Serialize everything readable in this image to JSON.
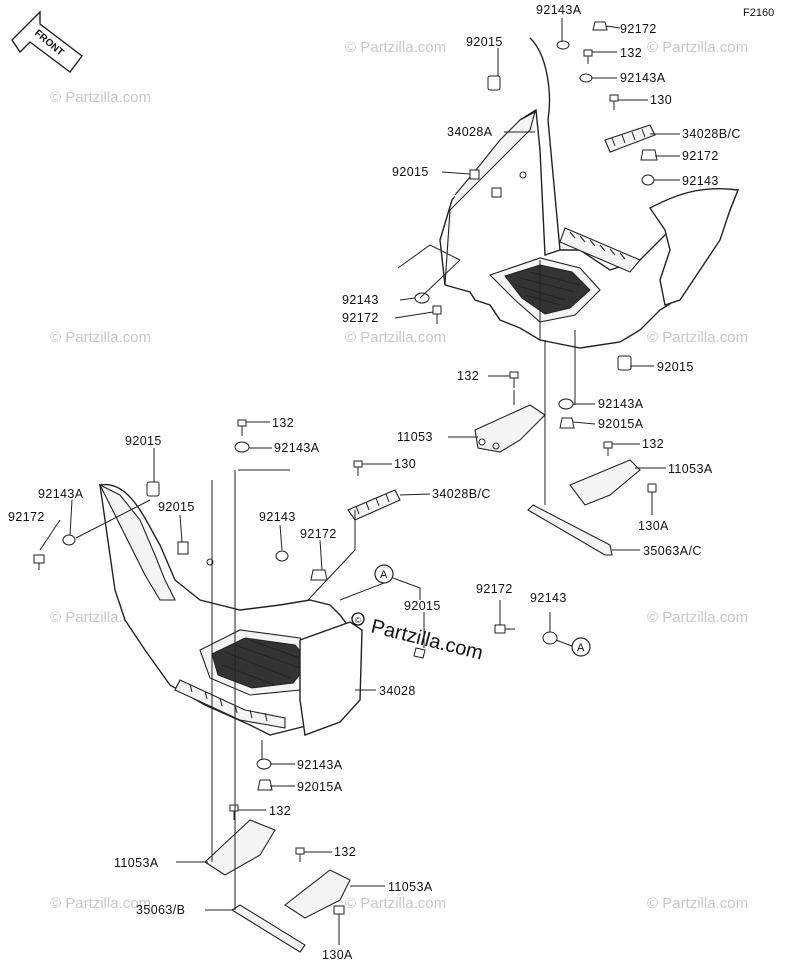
{
  "figure_code": "F2160",
  "front_label": "FRONT",
  "watermark": "© Partzilla.com",
  "brand_text": "Partzilla.com",
  "ref_marker": "A",
  "callouts": [
    "92143A",
    "92172",
    "92015",
    "132",
    "92143A",
    "130",
    "34028A",
    "34028B/C",
    "92172",
    "92015",
    "92143",
    "92143",
    "92172",
    "92015",
    "132",
    "11053",
    "92143A",
    "92015A",
    "132",
    "11053A",
    "130A",
    "35063A/C",
    "132",
    "92015",
    "92143A",
    "130",
    "92143A",
    "34028B/C",
    "92015",
    "92172",
    "92143",
    "92172",
    "92172",
    "92143",
    "92015",
    "34028",
    "92143A",
    "92015A",
    "132",
    "11053A",
    "132",
    "11053A",
    "35063/B",
    "130A"
  ],
  "colors": {
    "line": "#222222",
    "watermark": "#c9c9c9",
    "background": "#ffffff"
  }
}
